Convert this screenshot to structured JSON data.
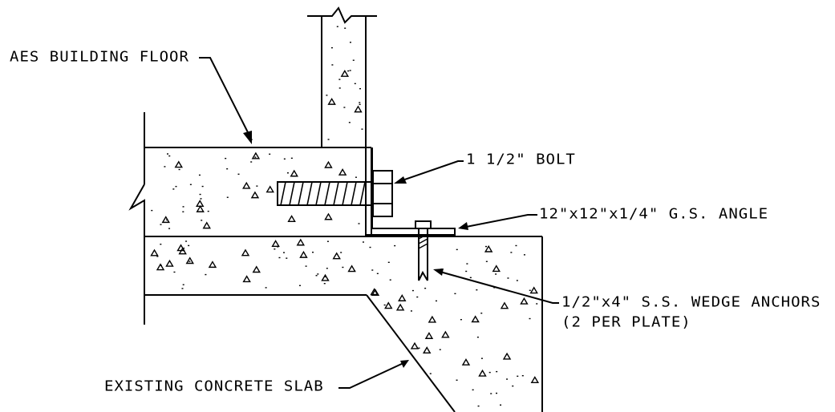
{
  "labels": {
    "building_floor": "AES BUILDING FLOOR",
    "bolt": "1 1/2\" BOLT",
    "angle": "12\"x12\"x1/4\" G.S. ANGLE",
    "anchors_line1": "1/2\"x4\" S.S. WEDGE ANCHORS",
    "anchors_line2": "(2 PER PLATE)",
    "existing_slab": "EXISTING CONCRETE SLAB"
  },
  "colors": {
    "line": "#000000",
    "background": "#ffffff"
  }
}
